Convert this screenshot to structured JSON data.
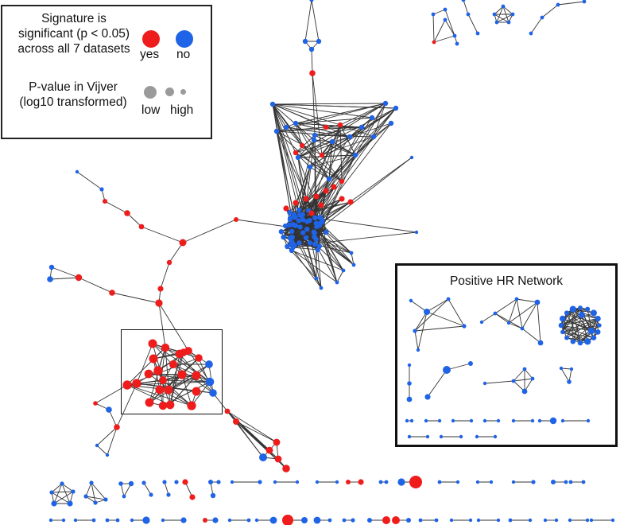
{
  "legend": {
    "significance_lines": [
      "Signature is",
      "significant (p < 0.05)",
      "across all 7 datasets"
    ],
    "yes_label": "yes",
    "no_label": "no",
    "pvalue_lines": [
      "P-value in Vijver",
      "(log10 transformed)"
    ],
    "low_label": "low",
    "high_label": "high"
  },
  "inset": {
    "title": "Positive HR Network"
  },
  "colors": {
    "significant_yes": "#ef1c1c",
    "significant_no": "#1f63e6",
    "pvalue_scale": "#9a9a9a",
    "edge": "#333333"
  }
}
